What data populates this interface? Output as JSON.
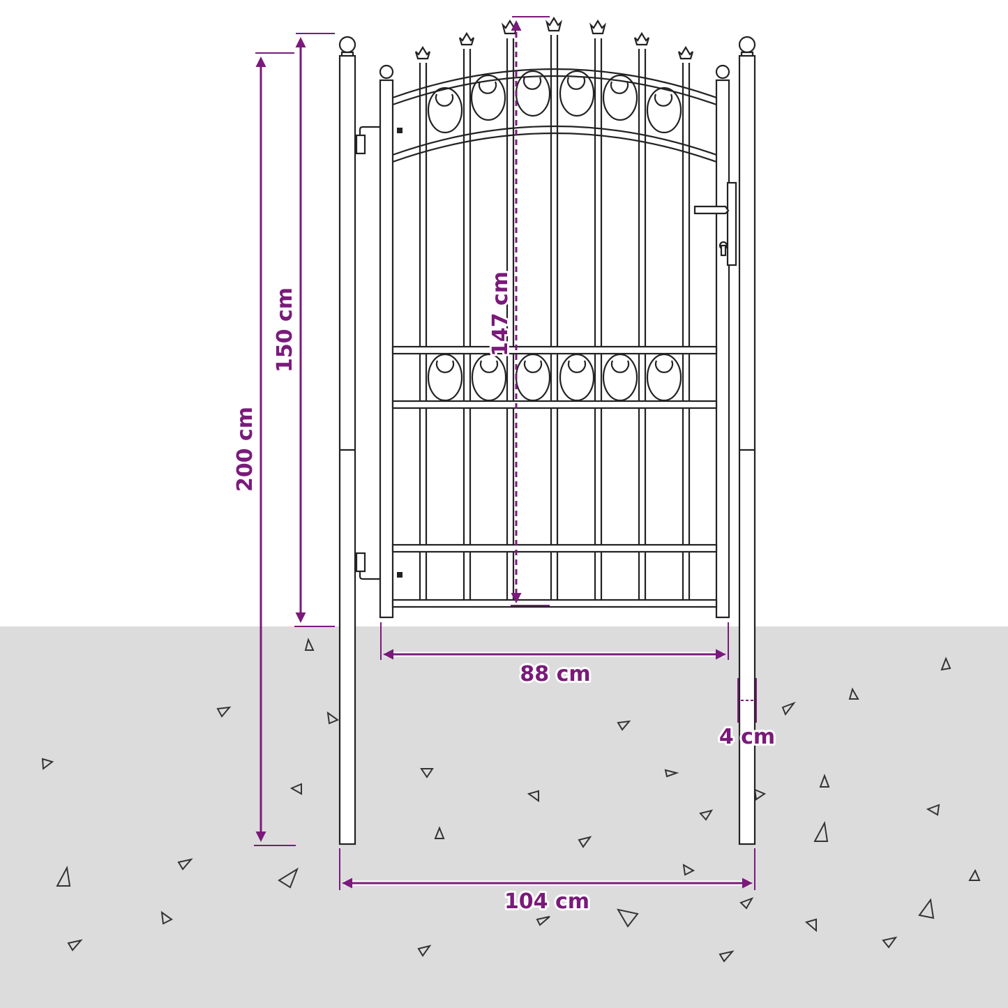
{
  "colors": {
    "dimension": "#7a1a7a",
    "ground": "#dcdcdd",
    "background": "#ffffff",
    "linework": "#222222"
  },
  "dimensions": {
    "overall_height": "200 cm",
    "gate_height": "150 cm",
    "leaf_height": "147 cm",
    "leaf_width": "88 cm",
    "overall_width": "104 cm",
    "post_width": "4 cm"
  }
}
